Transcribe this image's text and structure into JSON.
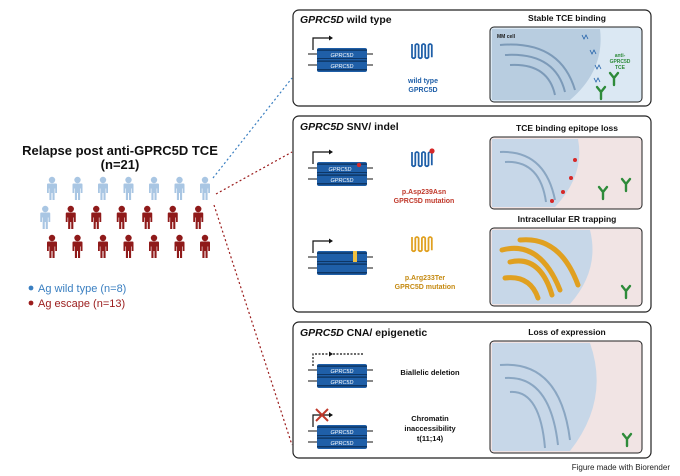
{
  "left": {
    "title_line1": "Relapse post anti-GPRC5D TCE",
    "title_line2": "(n=21)",
    "legend": [
      {
        "label": "Ag wild type (n=8)",
        "color": "#3a7fc1"
      },
      {
        "label": "Ag escape (n=13)",
        "color": "#9b1c1c"
      }
    ],
    "wild_type_count": 8,
    "escape_count": 13,
    "colors": {
      "wild_type": "#a9c6e3",
      "escape": "#8f1a1a"
    }
  },
  "panels": [
    {
      "title_gene": "GPRC5D",
      "title_rest": " wild type",
      "gene_label": "GPRC5D",
      "protein_line1": "wild type",
      "protein_line2": "GPRC5D",
      "protein_color": "#1f5fa8",
      "cells": [
        {
          "title": "Stable TCE binding",
          "cell_label": "MM cell",
          "antibody_line1": "anti-",
          "antibody_line2": "GPRC5D",
          "antibody_line3": "TCE"
        }
      ]
    },
    {
      "title_gene": "GPRC5D",
      "title_rest": " SNV/ indel",
      "gene_label": "GPRC5D",
      "rows": [
        {
          "protein_line1": "p.Asp239Asn",
          "protein_line2": "GPRC5D mutation",
          "protein_color": "#c0392b"
        },
        {
          "protein_line1": "p.Arg233Ter",
          "protein_line2": "GPRC5D mutation",
          "protein_color": "#c58a12"
        }
      ],
      "cells": [
        {
          "title": "TCE binding epitope loss"
        },
        {
          "title": "Intracellular ER trapping"
        }
      ]
    },
    {
      "title_gene": "GPRC5D",
      "title_rest": " CNA/ epigenetic",
      "gene_label": "GPRC5D",
      "rows": [
        {
          "desc_line1": "Biallelic deletion"
        },
        {
          "desc_line1": "Chromatin",
          "desc_line2": "inaccessibility",
          "desc_line3": "t(11;14)"
        }
      ],
      "cells": [
        {
          "title": "Loss of expression"
        }
      ]
    }
  ],
  "credit": "Figure made with Biorender"
}
